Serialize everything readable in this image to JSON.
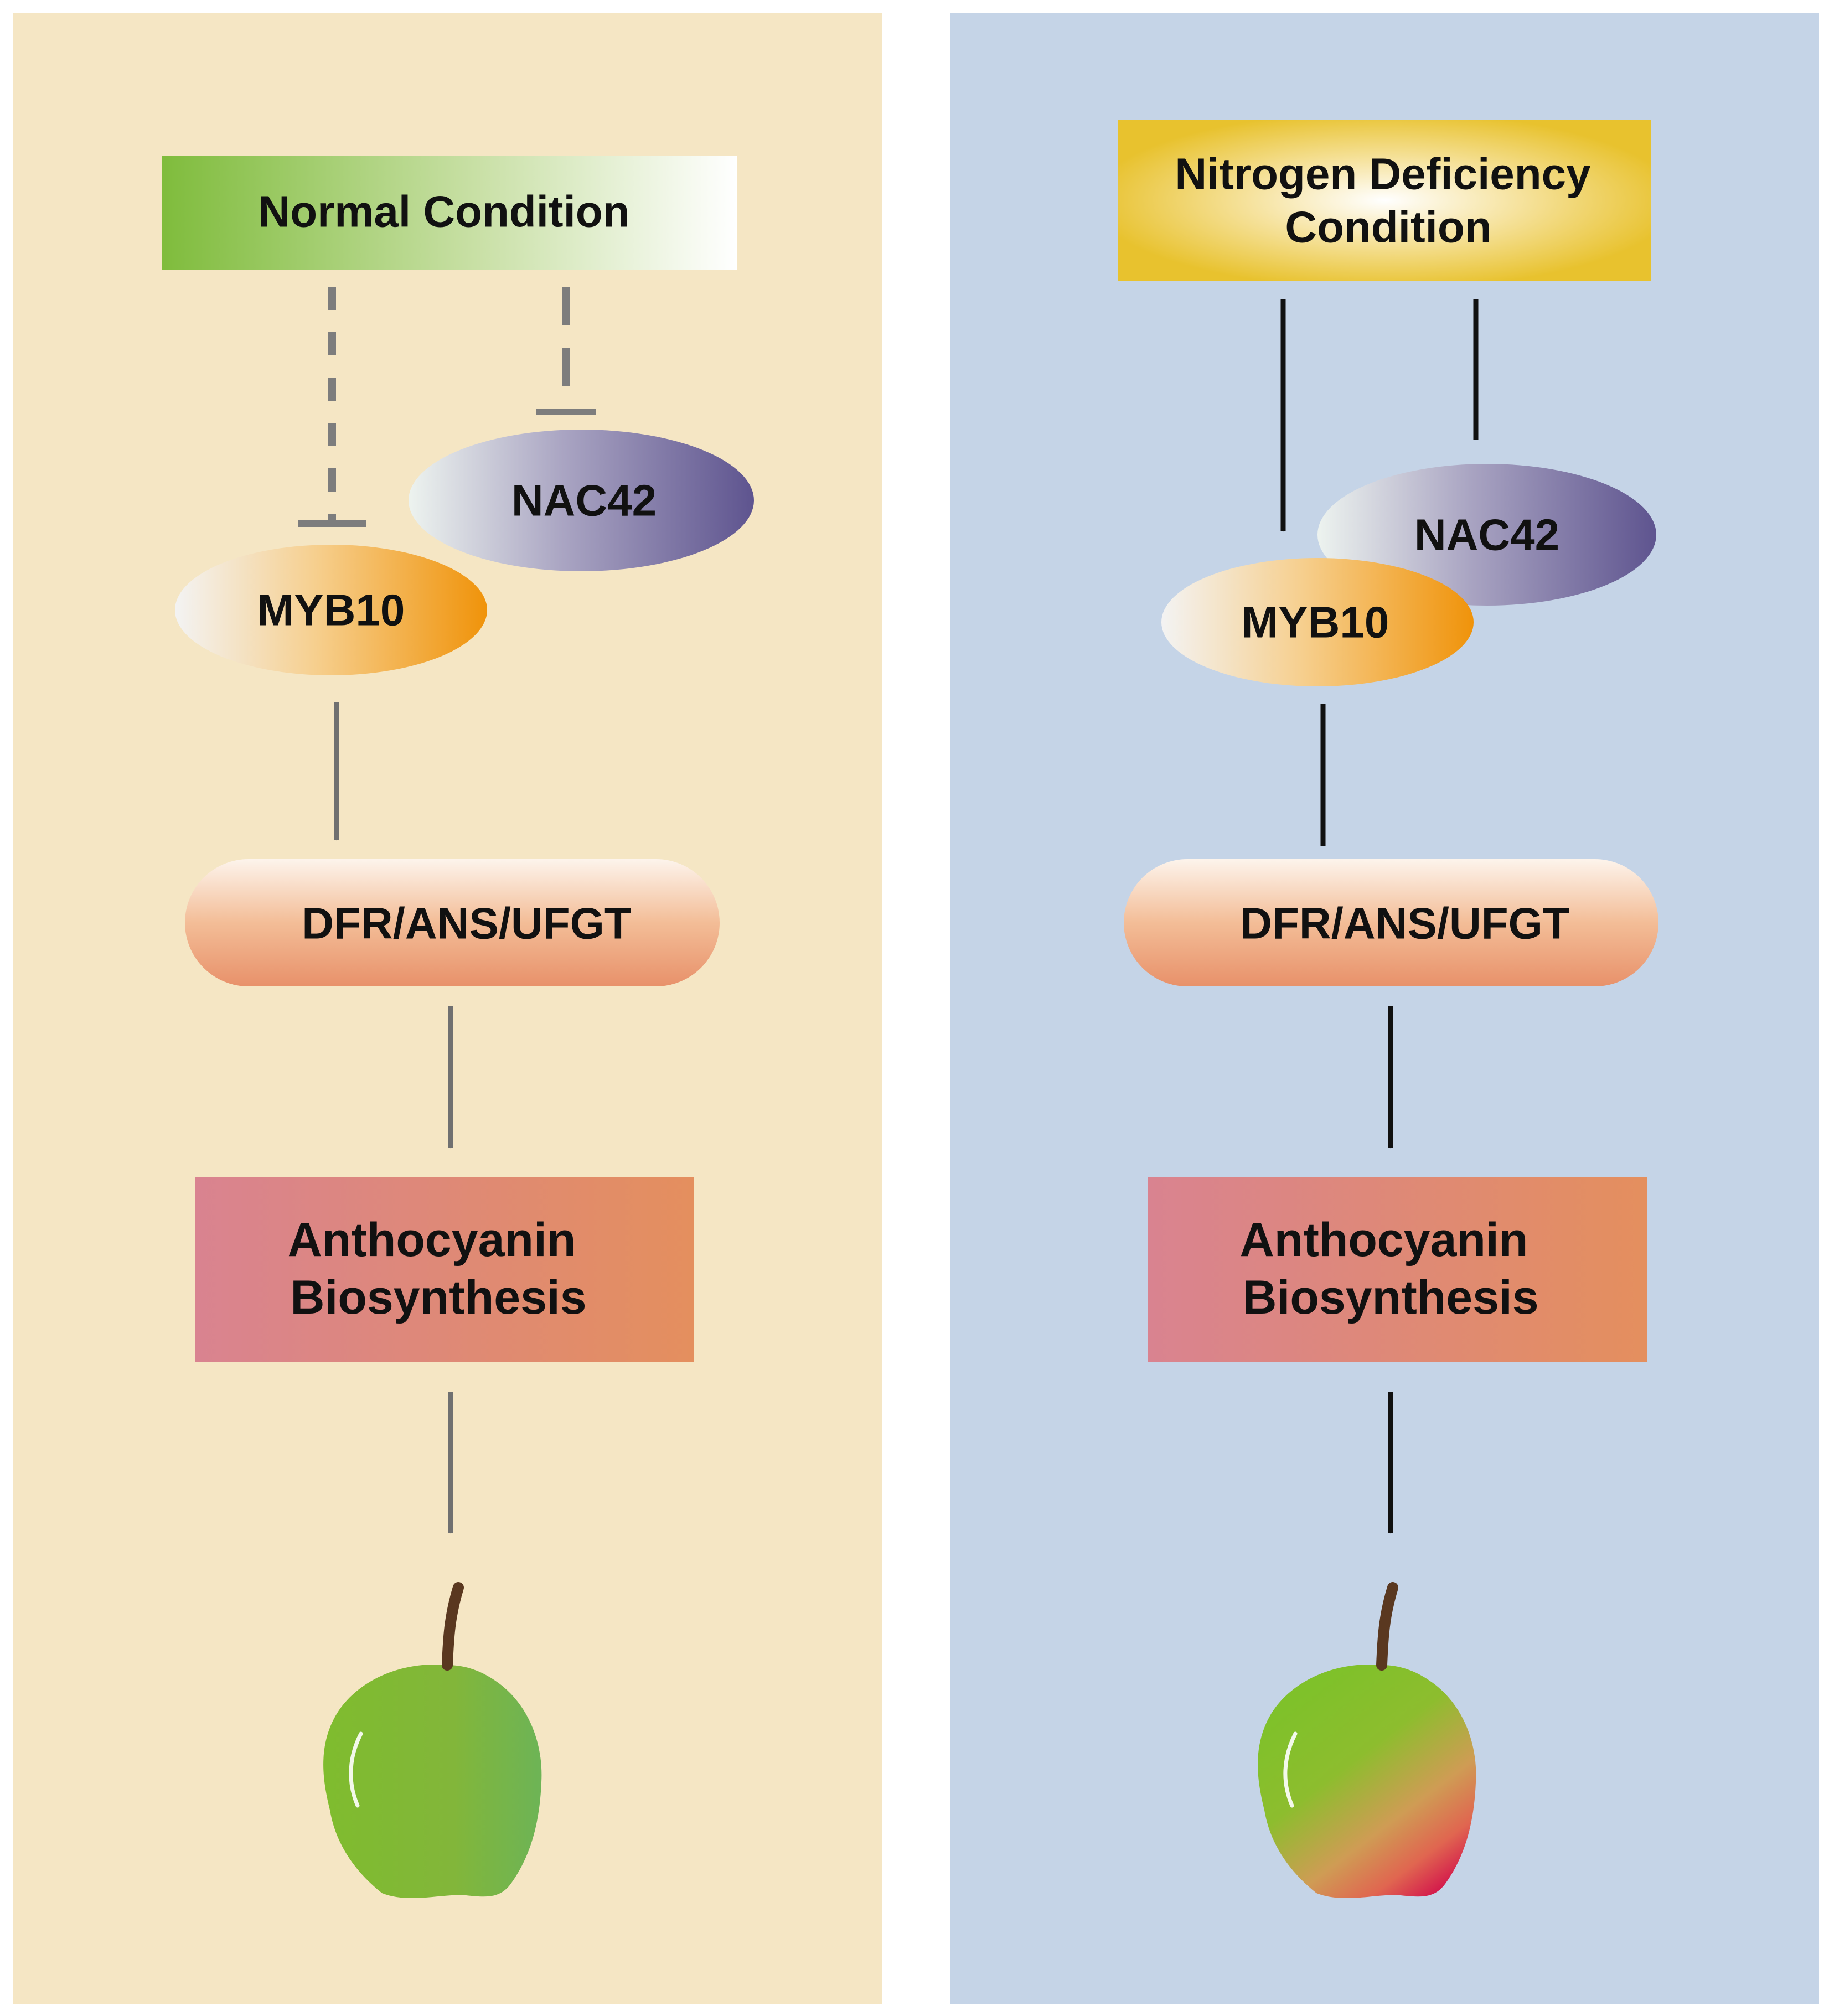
{
  "colors": {
    "left_panel_bg": "#f5e6c4",
    "right_panel_bg": "#c5d4e7",
    "inhibit_line": "#7d7d7d",
    "arrow_gray": "#707070",
    "arrow_black": "#111111",
    "myb10": "#f0960a",
    "nac42": "#645a94",
    "enzyme": "#e8916a",
    "biosynthesis_left": "#d98390",
    "biosynthesis_right": "#e48f5e",
    "normal_condition": "#7fbc3c",
    "nitrogen_condition": "#e8c22e",
    "pear_green": "#7ab83a",
    "pear_red": "#d41c4c",
    "stem": "#5a3820"
  },
  "left_panel": {
    "condition_label": "Normal Condition",
    "myb10_label": "MYB10",
    "nac42_label": "NAC42",
    "enzymes_label": "DFR/ANS/UFGT",
    "biosynthesis_line1": "Anthocyanin",
    "biosynthesis_line2": "Biosynthesis",
    "fruit": "green-pear-icon"
  },
  "right_panel": {
    "condition_line1": "Nitrogen Deficiency",
    "condition_line2": "Condition",
    "myb10_label": "MYB10",
    "nac42_label": "NAC42",
    "enzymes_label": "DFR/ANS/UFGT",
    "biosynthesis_line1": "Anthocyanin",
    "biosynthesis_line2": "Biosynthesis",
    "fruit": "red-blush-pear-icon"
  }
}
